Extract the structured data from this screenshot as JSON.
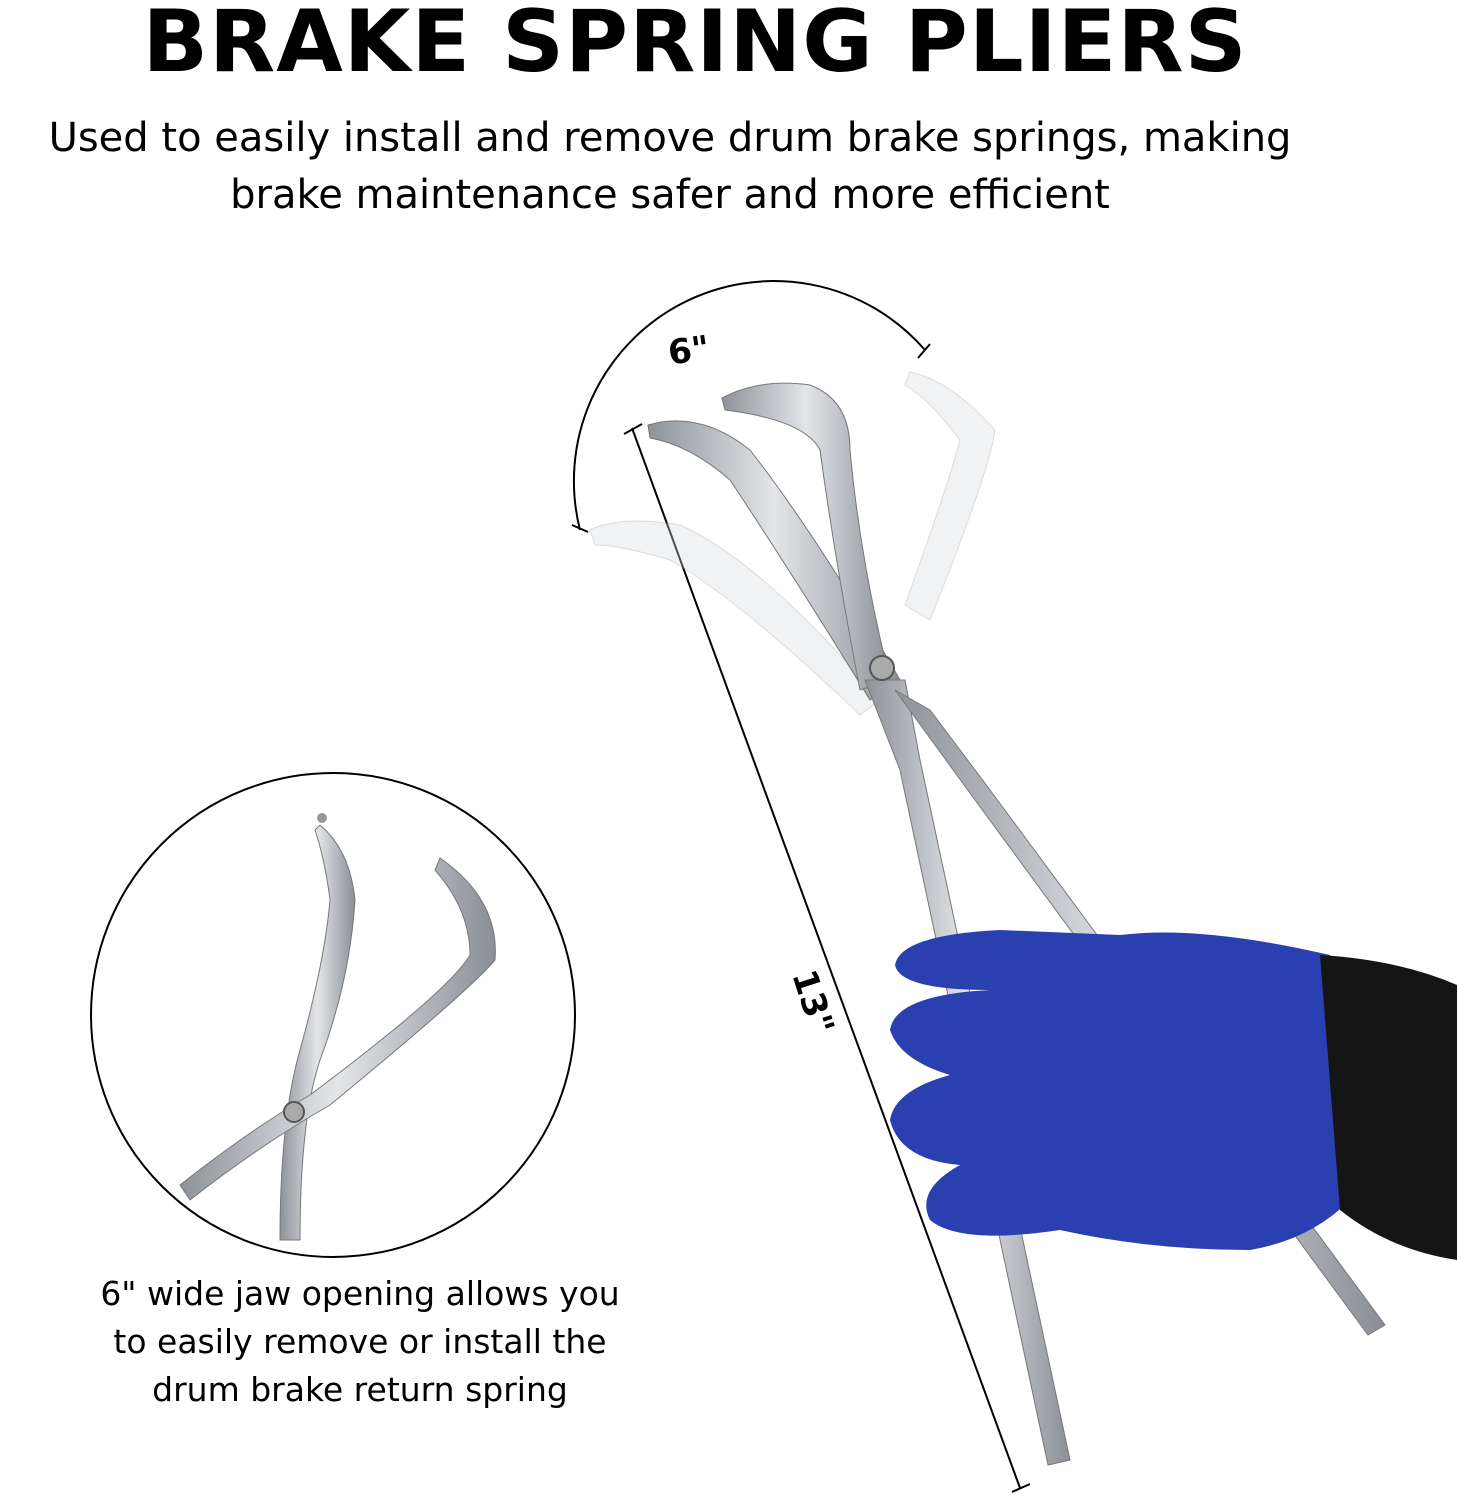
{
  "header": {
    "title": "BRAKE SPRING PLIERS",
    "subtitle_line1": "Used to easily install and remove drum brake springs, making",
    "subtitle_line2": "brake maintenance safer and more efficient"
  },
  "dimensions": {
    "jaw_opening": "6\"",
    "length": "13\""
  },
  "inset": {
    "caption_line1": "6\" wide jaw opening allows you",
    "caption_line2": "to easily remove or install the",
    "caption_line3": "drum brake return spring"
  },
  "colors": {
    "glove_blue": "#2a3fb0",
    "cuff_black": "#151515",
    "steel": "#c9ccd0"
  }
}
